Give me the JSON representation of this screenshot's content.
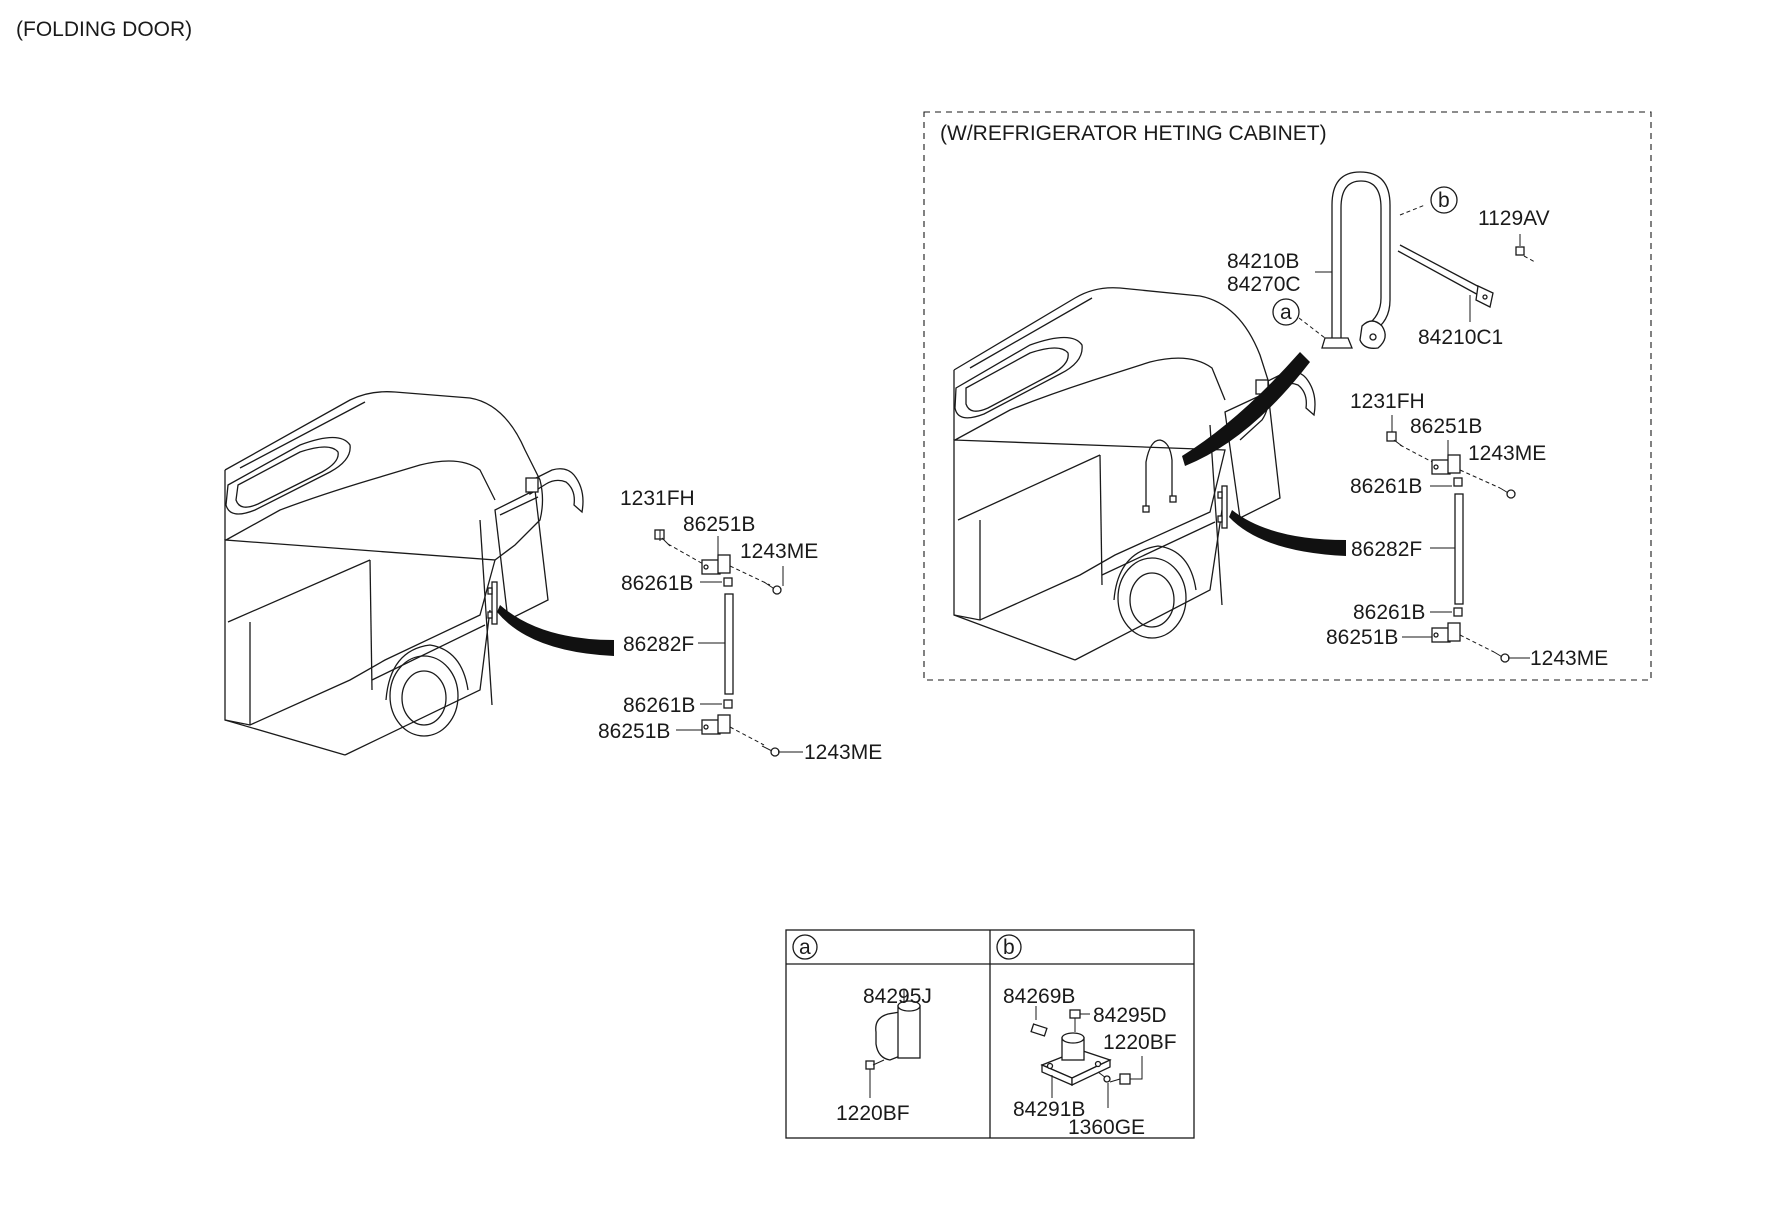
{
  "title": "(FOLDING DOOR)",
  "inset_title": "(W/REFRIGERATOR  HETING CABINET)",
  "left": {
    "bolt_top": "1231FH",
    "hinge_top": "86251B",
    "screw_top": "1243ME",
    "bush_top": "86261B",
    "shaft": "86282F",
    "bush_bottom": "86261B",
    "hinge_bottom": "86251B",
    "screw_bottom": "1243ME"
  },
  "inset": {
    "handle_rail_1": "84210B",
    "handle_rail_2": "84270C",
    "callout_a": "a",
    "callout_b": "b",
    "screw": "1129AV",
    "bar": "84210C1",
    "bolt_top": "1231FH",
    "hinge_top": "86251B",
    "screw_top": "1243ME",
    "bush_top": "86261B",
    "shaft": "86282F",
    "bush_bottom": "86261B",
    "hinge_bottom": "86251B",
    "screw_bottom": "1243ME"
  },
  "detail_a": {
    "key": "a",
    "holder": "84295J",
    "bolt": "1220BF"
  },
  "detail_b": {
    "key": "b",
    "pin": "84269B",
    "bolt_top": "84295D",
    "bolt_side": "1220BF",
    "base": "84291B",
    "screw": "1360GE"
  }
}
